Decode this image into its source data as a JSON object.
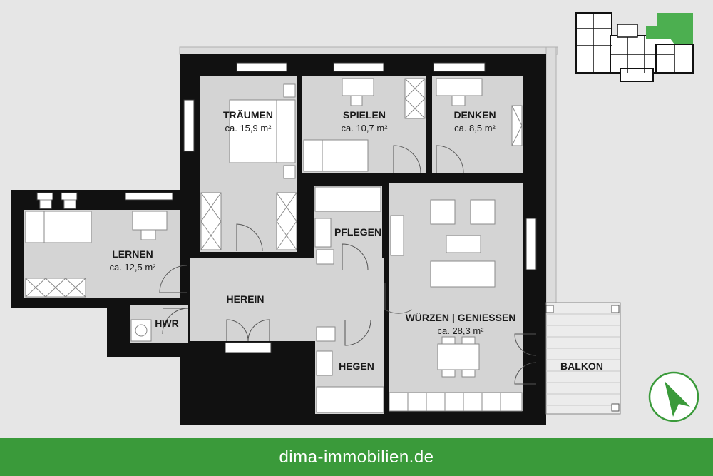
{
  "colors": {
    "background": "#e6e6e6",
    "wall": "#111111",
    "floor": "#d4d4d4",
    "accent_green": "#3a9a3a",
    "brand_green": "#4caf50"
  },
  "rooms": [
    {
      "id": "traeumen",
      "name": "TRÄUMEN",
      "area": "ca. 15,9 m²"
    },
    {
      "id": "spielen",
      "name": "SPIELEN",
      "area": "ca. 10,7 m²"
    },
    {
      "id": "denken",
      "name": "DENKEN",
      "area": "ca. 8,5 m²"
    },
    {
      "id": "lernen",
      "name": "LERNEN",
      "area": "ca. 12,5 m²"
    },
    {
      "id": "pflegen",
      "name": "PFLEGEN",
      "area": ""
    },
    {
      "id": "herein",
      "name": "HEREIN",
      "area": ""
    },
    {
      "id": "hwr",
      "name": "HWR",
      "area": ""
    },
    {
      "id": "wuerzen",
      "name": "WÜRZEN | GENIESSEN",
      "area": "ca. 28,3 m²"
    },
    {
      "id": "hegen",
      "name": "HEGEN",
      "area": ""
    },
    {
      "id": "balkon",
      "name": "BALKON",
      "area": ""
    }
  ],
  "icons": {
    "compass": "north-arrow-icon",
    "keyplan": "building-keyplan-icon"
  },
  "footer": {
    "text": "dima-immobilien.de"
  }
}
